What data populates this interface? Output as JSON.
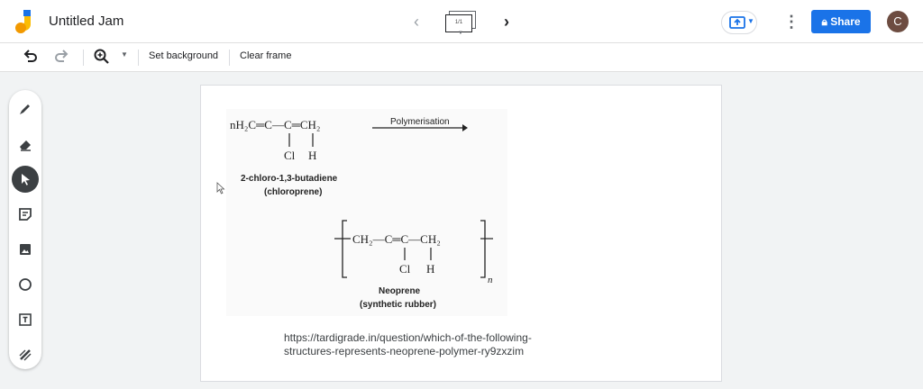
{
  "app": {
    "title": "Untitled Jam"
  },
  "frame_nav": {
    "frame_counter": "1/1"
  },
  "header": {
    "share_label": "Share",
    "avatar_initial": "C"
  },
  "toolbar": {
    "set_background": "Set background",
    "clear_frame": "Clear frame"
  },
  "sidebar": {
    "tools": [
      "pen-icon",
      "eraser-icon",
      "select-icon",
      "sticky-note-icon",
      "image-icon",
      "circle-icon",
      "text-box-icon",
      "laser-icon"
    ],
    "active_tool": "select-icon"
  },
  "canvas": {
    "reaction": {
      "reactant_formula": "nH₂C═C—C═CH₂",
      "reactant_sub_cl": "Cl",
      "reactant_sub_h": "H",
      "arrow_label": "Polymerisation",
      "reactant_name": "2-chloro-1,3-butadiene",
      "reactant_common": "(chloroprene)",
      "product_formula": "CH₂—C═C—CH₂",
      "product_sub_cl": "Cl",
      "product_sub_h": "H",
      "product_n": "n",
      "product_name": "Neoprene",
      "product_common": "(synthetic rubber)"
    },
    "url_line1": "https://tardigrade.in/question/which-of-the-following-",
    "url_line2": "structures-represents-neoprene-polymer-ry9zxzim"
  },
  "colors": {
    "accent": "#1a73e8",
    "logo": "#fbbc04",
    "avatar": "#6d4c41"
  }
}
